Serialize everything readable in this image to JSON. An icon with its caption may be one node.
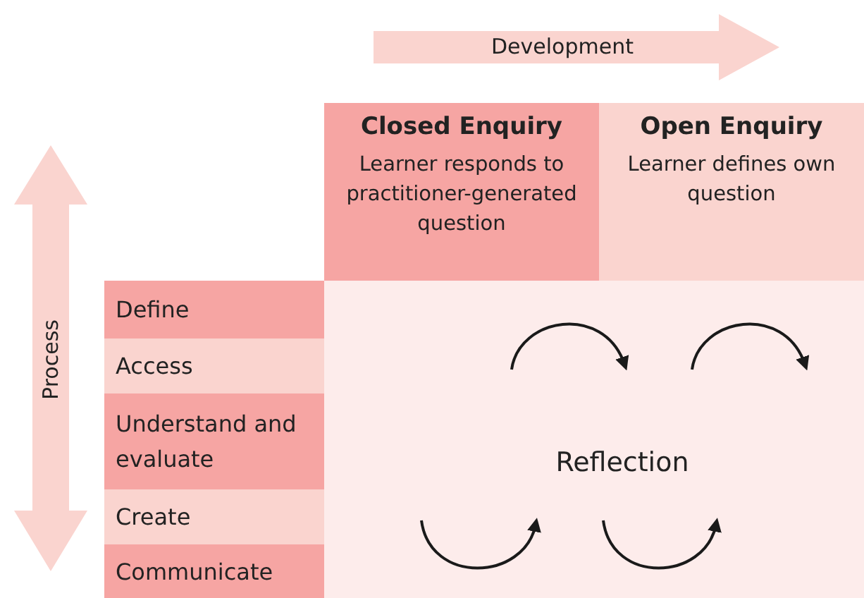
{
  "diagram": {
    "nodes": [
      {
        "text": [
          "Closed Enquiry",
          "Learner responds to practitioner-generated question"
        ]
      },
      {
        "text": [
          "Open Enquiry",
          "Learner defines own question"
        ]
      },
      {
        "text": [
          "Define"
        ]
      },
      {
        "text": [
          "Access"
        ]
      },
      {
        "text": [
          "Understand and evaluate"
        ]
      },
      {
        "text": [
          "Create"
        ]
      },
      {
        "text": [
          "Communicate"
        ]
      },
      {
        "text": [
          "Reflection"
        ]
      }
    ],
    "edges": [],
    "labels": [
      "Development",
      "Process"
    ]
  }
}
